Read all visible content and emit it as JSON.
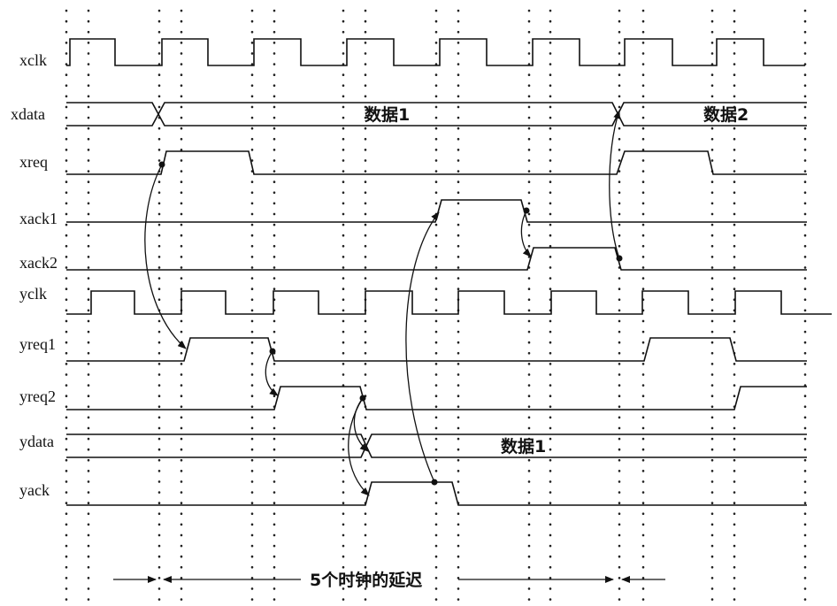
{
  "signals": [
    {
      "id": "xclk",
      "label": "xclk"
    },
    {
      "id": "xdata",
      "label": "xdata"
    },
    {
      "id": "xreq",
      "label": "xreq"
    },
    {
      "id": "xack1",
      "label": "xack1"
    },
    {
      "id": "xack2",
      "label": "xack2"
    },
    {
      "id": "yclk",
      "label": "yclk"
    },
    {
      "id": "yreq1",
      "label": "yreq1"
    },
    {
      "id": "yreq2",
      "label": "yreq2"
    },
    {
      "id": "ydata",
      "label": "ydata"
    },
    {
      "id": "yack",
      "label": "yack"
    }
  ],
  "bus_labels": {
    "xdata_1": "数据1",
    "xdata_2": "数据2",
    "ydata_1": "数据1"
  },
  "delay_label": "5个时钟的延迟"
}
